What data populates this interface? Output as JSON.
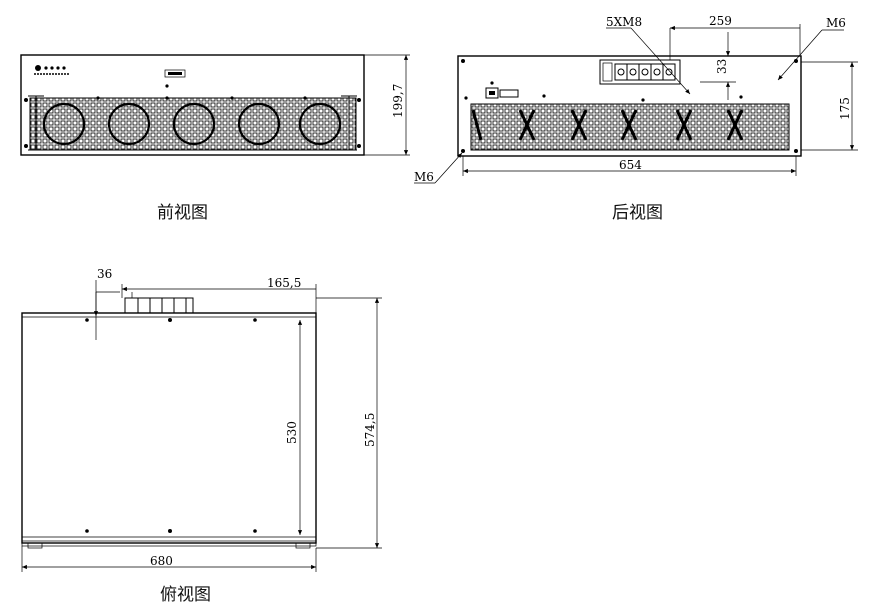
{
  "views": {
    "front": {
      "caption": "前视图",
      "dim_height": "199,7"
    },
    "rear": {
      "caption": "后视图",
      "dim_width": "654",
      "dim_height": "175",
      "dim_terminal_offset": "259",
      "dim_small": "33",
      "label_terminal": "5XM8",
      "label_screw_top": "M6",
      "label_screw_bottom": "M6"
    },
    "top": {
      "caption": "俯视图",
      "dim_width": "680",
      "dim_depth_outer": "574,5",
      "dim_depth_inner": "530",
      "dim_terminal_offset": "165,5",
      "dim_small": "36"
    }
  }
}
